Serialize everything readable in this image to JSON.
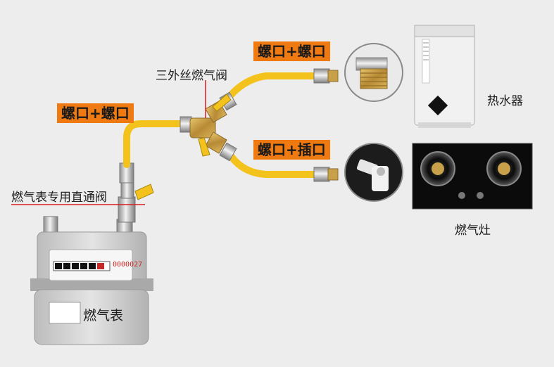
{
  "labels": {
    "tag_left": "螺口+螺口",
    "tag_top_right": "螺口+螺口",
    "tag_bottom_right": "螺口+插口",
    "three_way_valve": "三外丝燃气阀",
    "meter_valve": "燃气表专用直通阀",
    "gas_meter": "燃气表",
    "water_heater": "热水器",
    "gas_stove": "燃气灶"
  },
  "meter_reading": "0000027",
  "colors": {
    "background": "#ededed",
    "tag": "#f07a12",
    "hose": "#f4c21c",
    "brass": "#c9a04a",
    "leader_line": "#d81e1e"
  }
}
